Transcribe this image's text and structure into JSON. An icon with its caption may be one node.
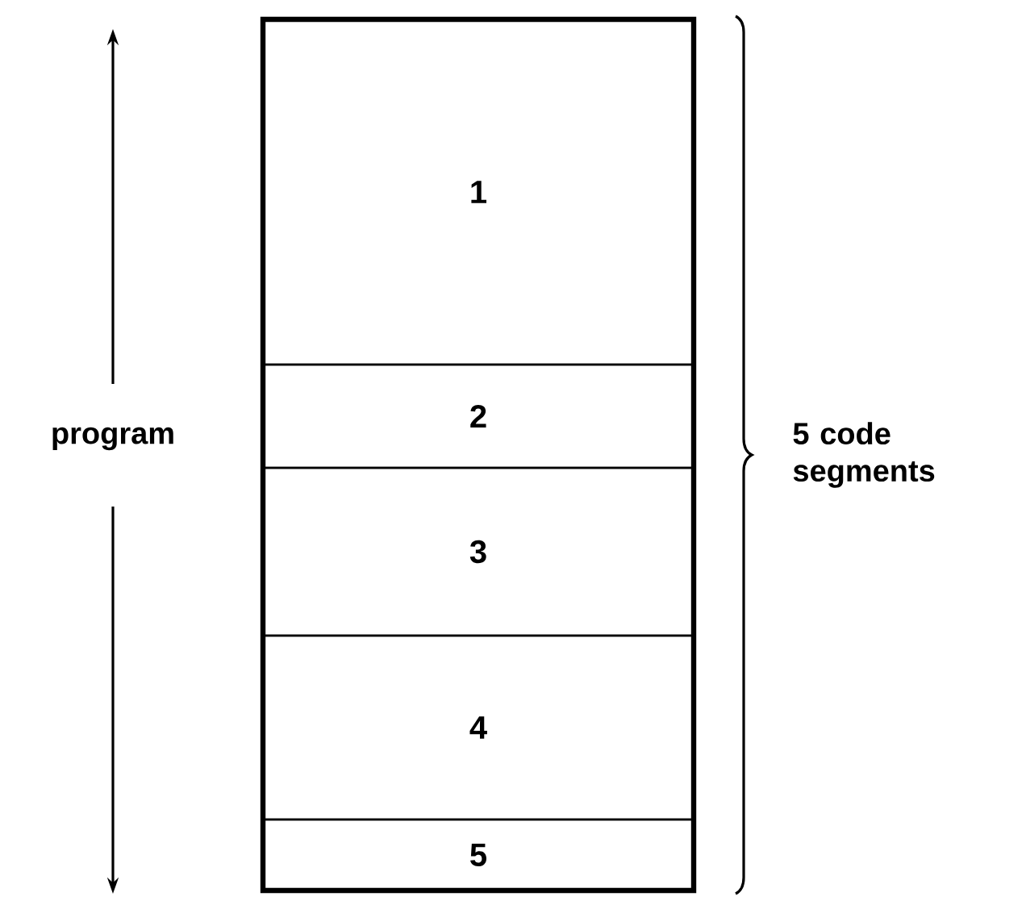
{
  "diagram": {
    "nodes": [
      {
        "text": [
          "1"
        ]
      },
      {
        "text": [
          "2"
        ]
      },
      {
        "text": [
          "3"
        ]
      },
      {
        "text": [
          "4"
        ]
      },
      {
        "text": [
          "5"
        ]
      }
    ],
    "labels": [
      "program",
      "5 code segments"
    ]
  }
}
